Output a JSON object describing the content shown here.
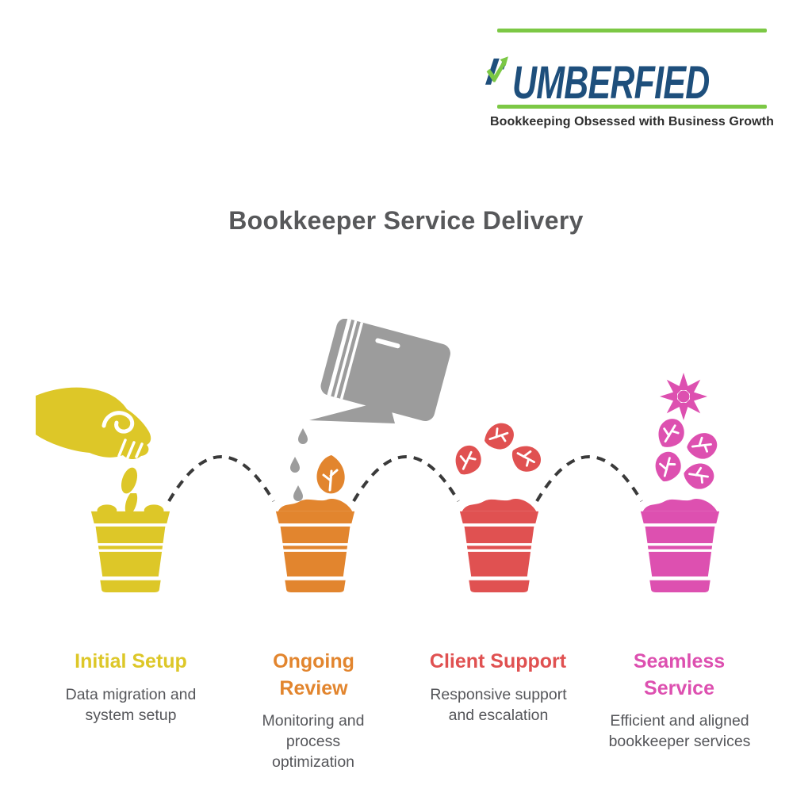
{
  "brand": {
    "wordmark": "NUMBERFIED",
    "wordmark_rest": "UMBERFIED",
    "tagline": "Bookkeeping Obsessed with Business Growth",
    "colors": {
      "blue": "#1e4f7c",
      "green": "#7cc845",
      "tagline": "#2d2d2d"
    }
  },
  "title": {
    "text": "Bookkeeper Service Delivery",
    "color": "#57585a"
  },
  "stages": [
    {
      "heading": "Initial Setup",
      "description": "Data migration and system setup",
      "color": "#ddc728",
      "icon": "hand-planting-seed-icon"
    },
    {
      "heading": "Ongoing Review",
      "description": "Monitoring and process optimization",
      "color": "#e2852e",
      "icon": "pouring-container-icon"
    },
    {
      "heading": "Client Support",
      "description": "Responsive support and escalation",
      "color": "#e05151",
      "icon": "sprouting-leaves-icon"
    },
    {
      "heading": "Seamless Service",
      "description": "Efficient and aligned bookkeeper services",
      "color": "#dd50b0",
      "icon": "flower-bloom-icon"
    }
  ],
  "description_color": "#55565a",
  "connector": {
    "style": "dashed-arc",
    "color": "#3a3a3a"
  },
  "icon_colors": {
    "watering_container": "#9c9c9c",
    "water_drops": "#9c9c9c"
  }
}
